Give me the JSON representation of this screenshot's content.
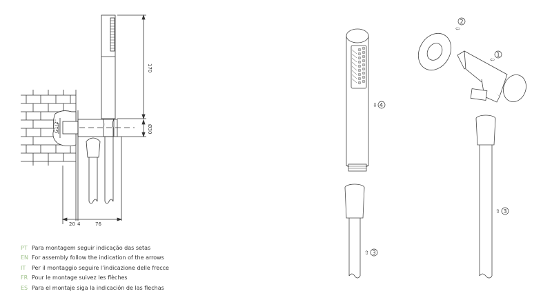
{
  "technical_drawing": {
    "dimensions": {
      "handshower_length": "170",
      "body_diameter": "Ø30",
      "thread": "G1/2\"",
      "wall_offset": "20",
      "gap": "4",
      "projection": "76"
    }
  },
  "assembly": {
    "callouts": [
      {
        "id": "1",
        "label": "①",
        "arrow": "⇦"
      },
      {
        "id": "2",
        "label": "②",
        "arrow": "⇦"
      },
      {
        "id": "3a",
        "label": "③",
        "arrow": "⇧"
      },
      {
        "id": "3b",
        "label": "③",
        "arrow": "⇧"
      },
      {
        "id": "4",
        "label": "④",
        "arrow": "⇩"
      }
    ]
  },
  "instructions": [
    {
      "code": "PT",
      "text": "Para montagem seguir indicação das setas"
    },
    {
      "code": "EN",
      "text": "For assembly follow the indication of the arrows"
    },
    {
      "code": "IT",
      "text": "Per il montaggio seguire l’indicazione delle frecce"
    },
    {
      "code": "FR",
      "text": "Pour le montage suivez les flèches"
    },
    {
      "code": "ES",
      "text": "Para el montaje siga la indicación de las flechas"
    }
  ],
  "colors": {
    "line": "#333333",
    "language_code": "#9fc28a",
    "arrow_accent": "#a8b070"
  }
}
